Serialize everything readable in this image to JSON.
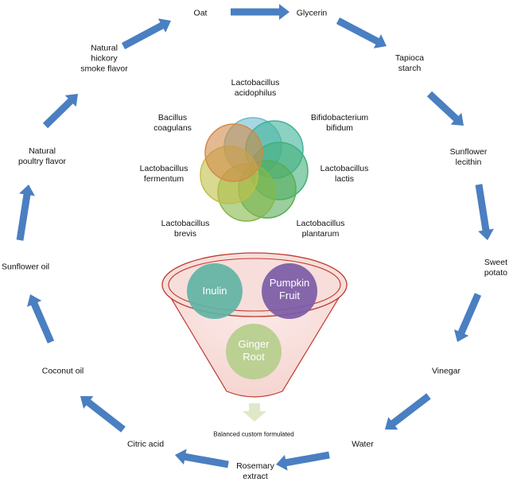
{
  "ingredients": [
    {
      "id": "oat",
      "label": "Oat"
    },
    {
      "id": "glycerin",
      "label": "Glycerin"
    },
    {
      "id": "tapioca",
      "label": "Tapioca\nstarch"
    },
    {
      "id": "sunflower-lecithin",
      "label": "Sunflower\nlecithin"
    },
    {
      "id": "sweet-potato",
      "label": "Sweet potato"
    },
    {
      "id": "vinegar",
      "label": "Vinegar"
    },
    {
      "id": "water",
      "label": "Water"
    },
    {
      "id": "rosemary",
      "label": "Rosemary\nextract"
    },
    {
      "id": "citric-acid",
      "label": "Citric acid"
    },
    {
      "id": "coconut-oil",
      "label": "Coconut oil"
    },
    {
      "id": "sunflower-oil",
      "label": "Sunflower oil"
    },
    {
      "id": "poultry",
      "label": "Natural\npoultry flavor"
    },
    {
      "id": "hickory",
      "label": "Natural\nhickory\nsmoke flavor"
    }
  ],
  "probiotics": [
    {
      "id": "acidophilus",
      "label": "Lactobacillus\nacidophilus"
    },
    {
      "id": "bifidum",
      "label": "Bifidobacterium\nbifidum"
    },
    {
      "id": "lactis",
      "label": "Lactobacillus\nlactis"
    },
    {
      "id": "plantarum",
      "label": "Lactobacillus\nplantarum"
    },
    {
      "id": "brevis",
      "label": "Lactobacillus\nbrevis"
    },
    {
      "id": "fermentum",
      "label": "Lactobacillus\nfermentum"
    },
    {
      "id": "coagulans",
      "label": "Bacillus\ncoagulans"
    }
  ],
  "funnel": {
    "inulin": "Inulin",
    "pumpkin": "Pumpkin\nFruit",
    "ginger": "Ginger\nRoot"
  },
  "caption": "Balanced  custom formulated",
  "colors": {
    "arrow": "#4a7fc1",
    "funnel_outline": "#c0392b",
    "inulin": "#5fb3a4",
    "pumpkin": "#7b5ba6",
    "ginger": "#b7cf8e",
    "down_arrow": "#dfe8c8"
  }
}
